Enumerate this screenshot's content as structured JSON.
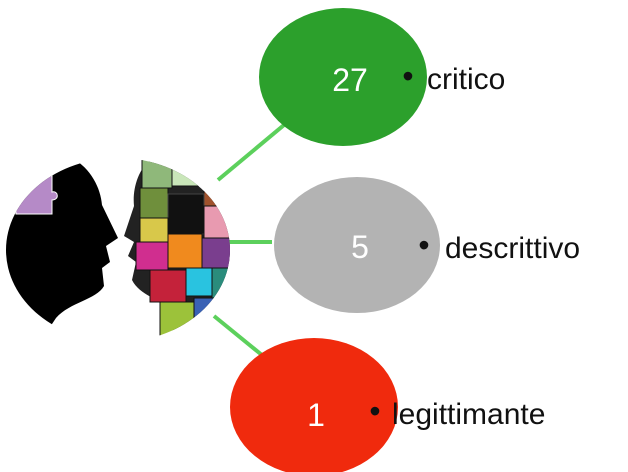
{
  "nodes": [
    {
      "count": "27",
      "label": "critico",
      "color": "#2ca02c"
    },
    {
      "count": "5",
      "label": "descrittivo",
      "color": "#b3b3b3"
    },
    {
      "count": "1",
      "label": "legittimante",
      "color": "#f02a0d"
    }
  ],
  "connector_color": "#5cd05c",
  "bullet": "•",
  "center_image": "two-faced-head-puzzle-image"
}
